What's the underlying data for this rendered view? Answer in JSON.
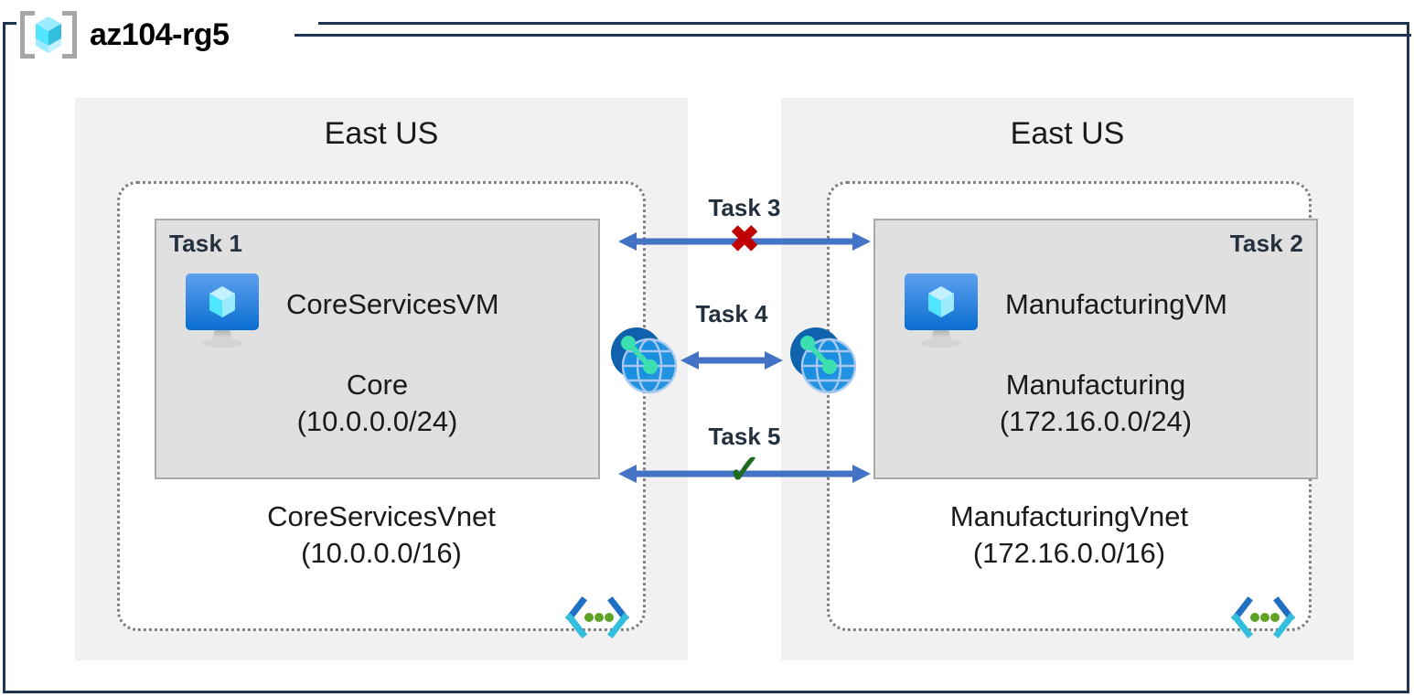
{
  "diagram": {
    "resource_group": {
      "name": "az104-rg5",
      "icon": "resource-group-cube-icon"
    },
    "regions": [
      {
        "id": "left",
        "label": "East US",
        "vnet": {
          "name": "CoreServicesVnet",
          "cidr": "(10.0.0.0/16)",
          "icon": "virtual-network-icon",
          "subnet": {
            "task": "Task 1",
            "task_align": "left",
            "name": "Core",
            "cidr": "(10.0.0.0/24)",
            "vm": {
              "name": "CoreServicesVM",
              "icon": "virtual-machine-icon"
            }
          }
        }
      },
      {
        "id": "right",
        "label": "East US",
        "vnet": {
          "name": "ManufacturingVnet",
          "cidr": "(172.16.0.0/16)",
          "icon": "virtual-network-icon",
          "subnet": {
            "task": "Task 2",
            "task_align": "right",
            "name": "Manufacturing",
            "cidr": "(172.16.0.0/24)",
            "vm": {
              "name": "ManufacturingVM",
              "icon": "virtual-machine-icon"
            }
          }
        }
      }
    ],
    "connections": [
      {
        "id": "task3",
        "label": "Task 3",
        "marker": "✖",
        "marker_kind": "blocked",
        "direction": "bidirectional"
      },
      {
        "id": "task4",
        "label": "Task 4",
        "marker": "",
        "marker_kind": "peering",
        "direction": "bidirectional"
      },
      {
        "id": "task5",
        "label": "Task 5",
        "marker": "✓",
        "marker_kind": "allowed",
        "direction": "bidirectional"
      }
    ],
    "peering_icons": [
      {
        "id": "peering-left",
        "icon": "vnet-peering-icon"
      },
      {
        "id": "peering-right",
        "icon": "vnet-peering-icon"
      }
    ],
    "colors": {
      "frame": "#1f3353",
      "region_bg": "#f1f1f1",
      "subnet_bg": "#e0e0e0",
      "vnet_border": "#808080",
      "arrow": "#4472c4",
      "blocked": "#c00000",
      "allowed": "#1e6b1e",
      "azure_blue": "#0078d4",
      "cube_cyan": "#50e6ff",
      "vnet_dot_green": "#5ea226"
    }
  }
}
